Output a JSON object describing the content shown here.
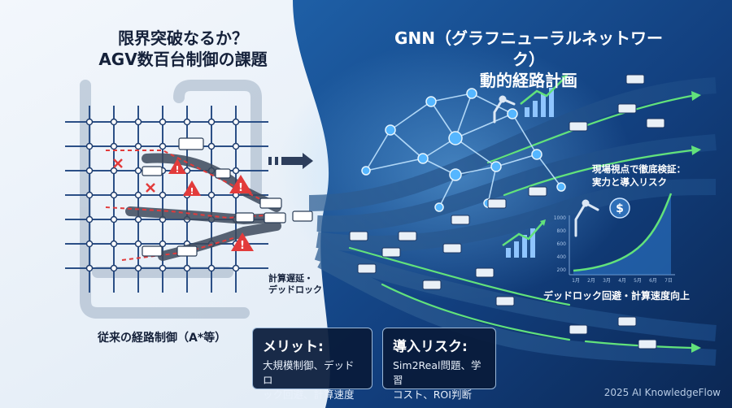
{
  "title_left": "限界突破なるか？\nAGV数百台制御の課題",
  "title_right": "GNN（グラフニューラルネットワーク）\n動的経路計画",
  "label_conventional": "従来の経路制御（A*等）",
  "label_delay": "計算遅延・\nデッドロック",
  "label_validation": "現場視点で徹底検証：\n実力と導入リスク",
  "label_improvement": "デッドロック回避・計算速度向上",
  "merit": {
    "heading": "メリット:",
    "body": "大規模制御、デッドロ\nック回避、計算速度"
  },
  "risk": {
    "heading": "導入リスク:",
    "body": "Sim2Real問題、学習\nコスト、ROI判断"
  },
  "mini_chart": {
    "y_ticks": [
      "1000",
      "800",
      "600",
      "400",
      "200"
    ],
    "x_ticks": [
      "1月",
      "2月",
      "3月",
      "4月",
      "5月",
      "6月",
      "7日"
    ]
  },
  "footer": "2025 AI KnowledgeFlow",
  "colors": {
    "navy": "#0f2b57",
    "accent_green": "#62e27b",
    "warning_red": "#e23b3b",
    "node_cyan": "#55b6ff"
  },
  "icons": [
    "warning-icon",
    "agv-icon",
    "robot-arm-icon",
    "bar-chart-icon",
    "dollar-icon",
    "collision-icon"
  ]
}
